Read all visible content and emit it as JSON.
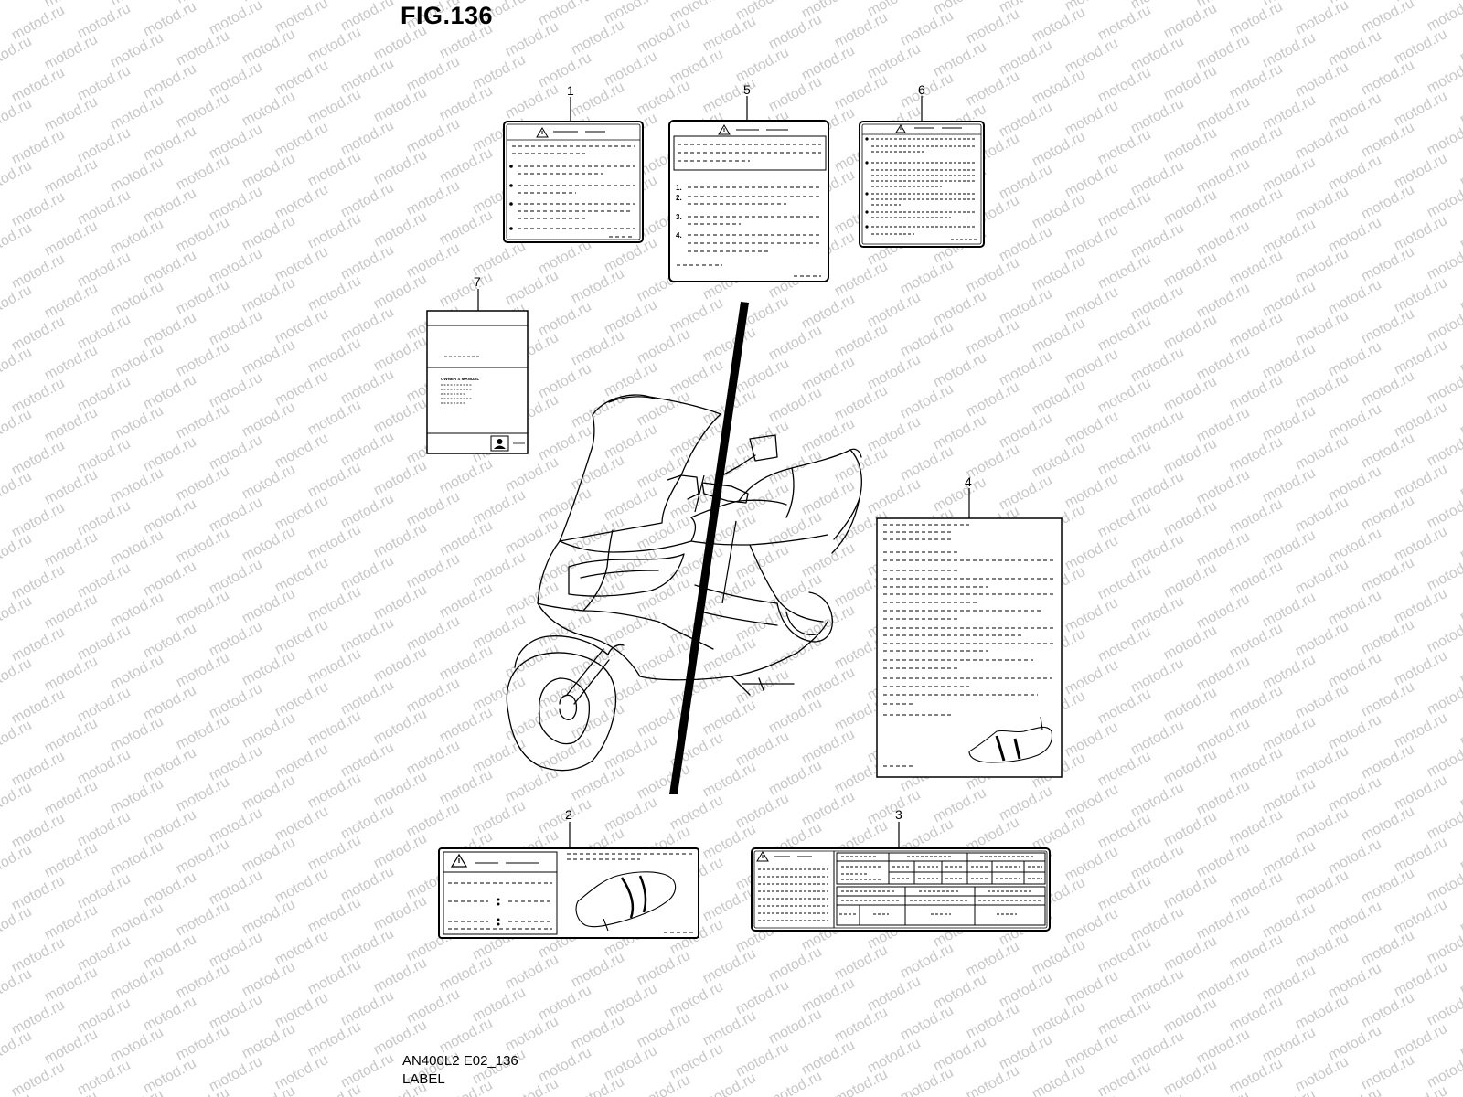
{
  "figure": {
    "title": "FIG.136",
    "model_code": "AN400L2 E02_136",
    "caption": "LABEL"
  },
  "watermark": {
    "text": "motod.ru",
    "color": "#c8c8c8"
  },
  "callouts": [
    {
      "id": "1",
      "label": "1"
    },
    {
      "id": "5",
      "label": "5"
    },
    {
      "id": "6",
      "label": "6"
    },
    {
      "id": "7",
      "label": "7"
    },
    {
      "id": "4",
      "label": "4"
    },
    {
      "id": "2",
      "label": "2"
    },
    {
      "id": "3",
      "label": "3"
    }
  ],
  "label_texts": {
    "item5_steps": [
      "1.",
      "2.",
      "3.",
      "4."
    ],
    "item7_manual": "OWNER'S MANUAL"
  },
  "icons": {
    "warning": "warning-triangle-icon",
    "manual": "manual-reader-icon"
  }
}
